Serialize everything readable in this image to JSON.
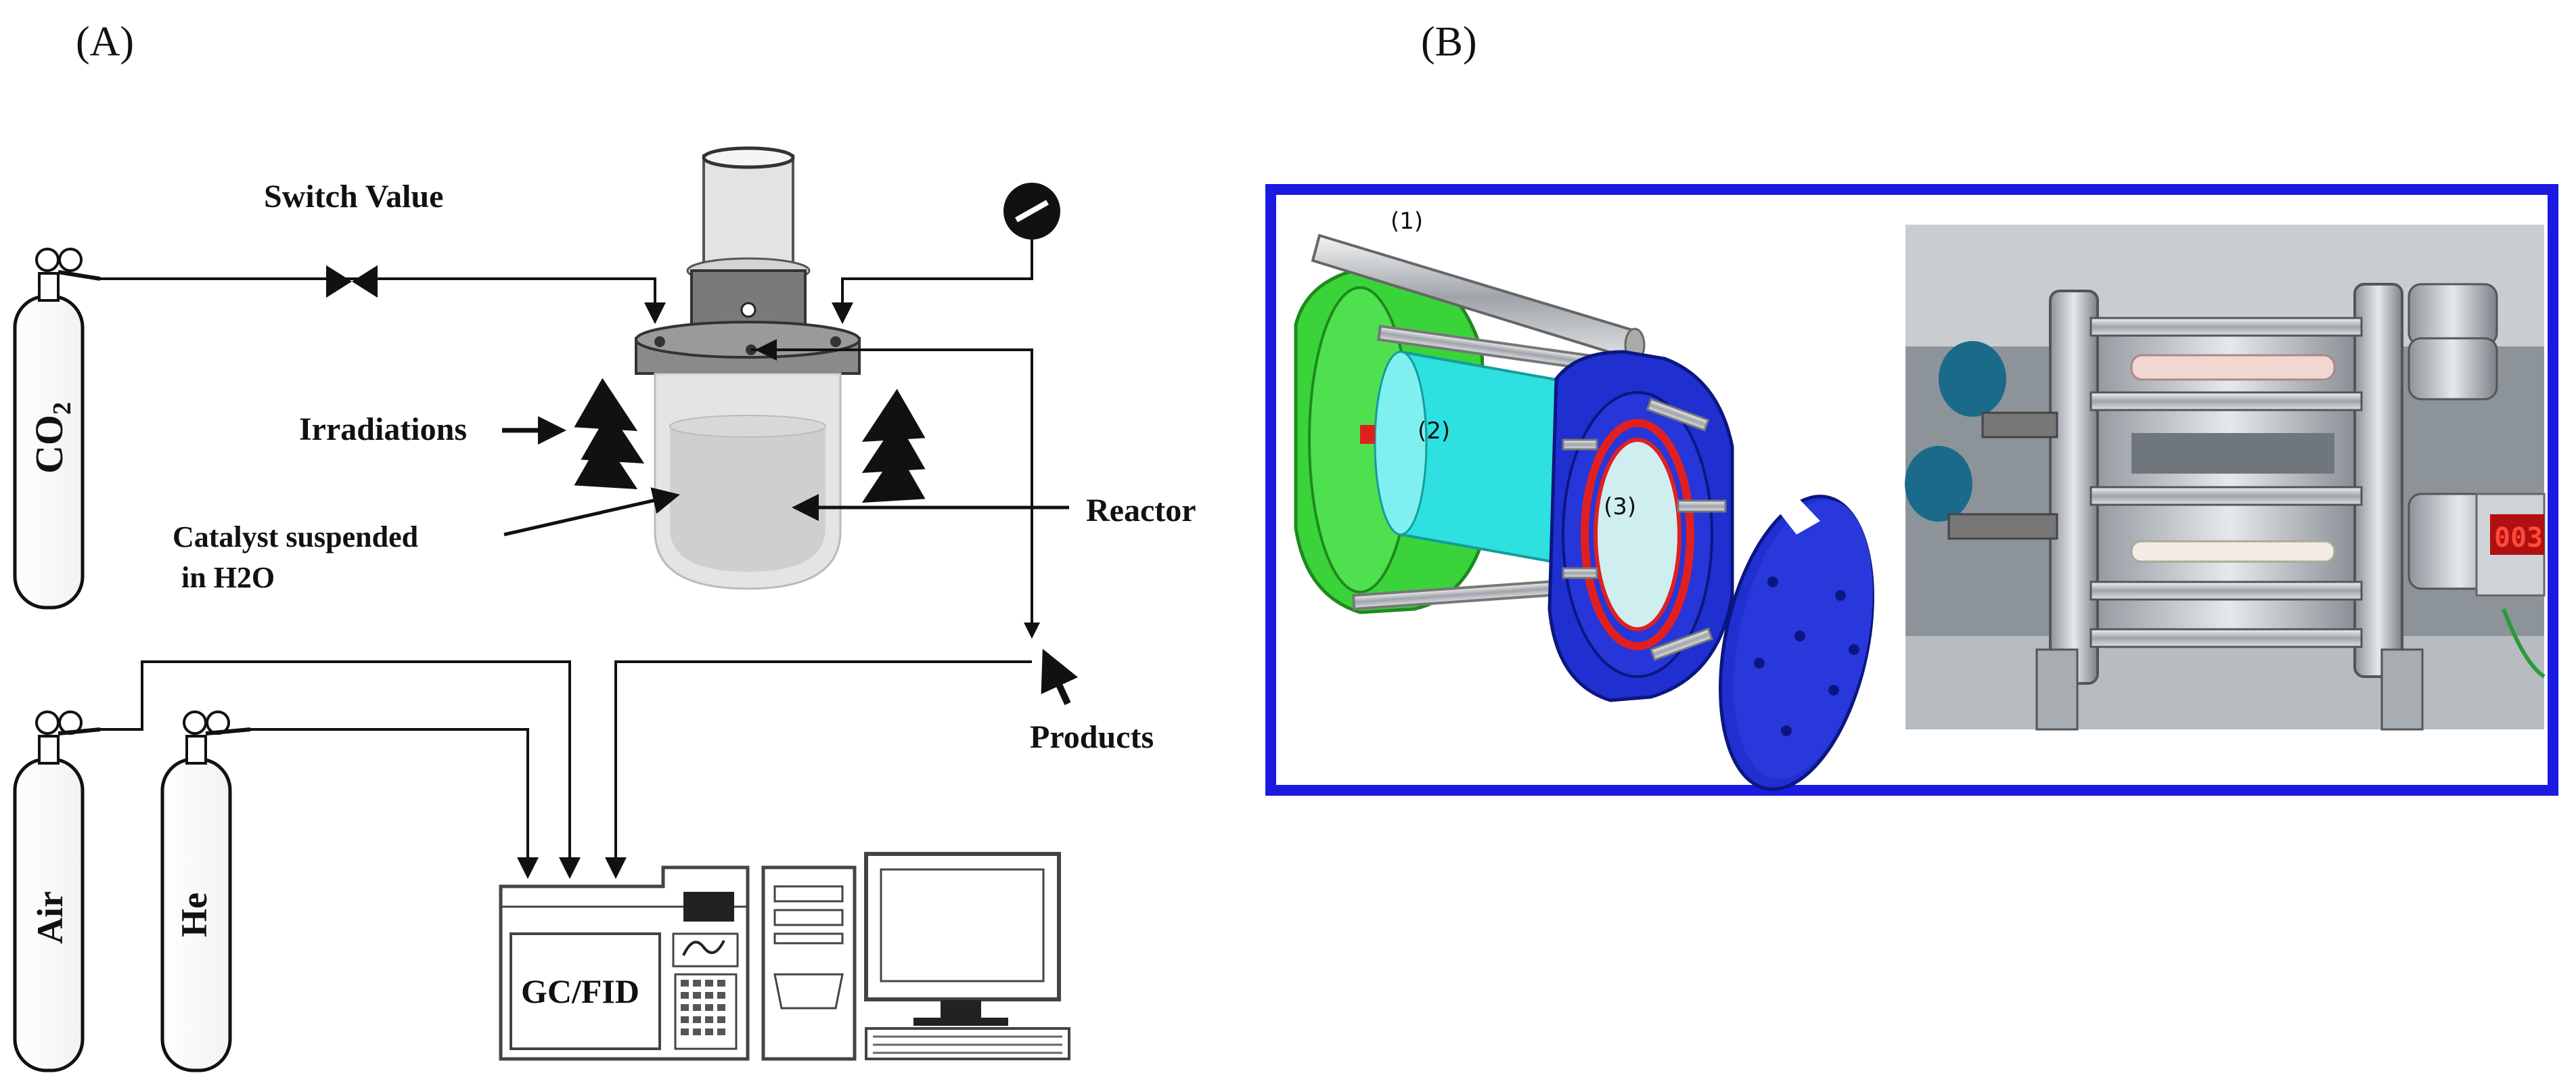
{
  "panels": {
    "a": "(A)",
    "b": "(B)"
  },
  "labels": {
    "switch_value": "Switch Value",
    "irradiations": "Irradiations",
    "catalyst_line1": "Catalyst suspended",
    "catalyst_line2": "in H2O",
    "reactor": "Reactor",
    "products": "Products",
    "gc_fid": "GC/FID"
  },
  "cylinders": {
    "co2_main": "CO",
    "co2_sub": "2",
    "air": "Air",
    "he": "He"
  },
  "parts": {
    "p1": "(1)",
    "p2": "(2)",
    "p3": "(3)"
  },
  "meter": {
    "reading": "003"
  },
  "colors": {
    "frame_blue": "#1a1ae0",
    "part_green": "#3ad43a",
    "part_cyan": "#2ee0e0",
    "part_blue": "#1f2fd0",
    "ring_red": "#e02020"
  }
}
